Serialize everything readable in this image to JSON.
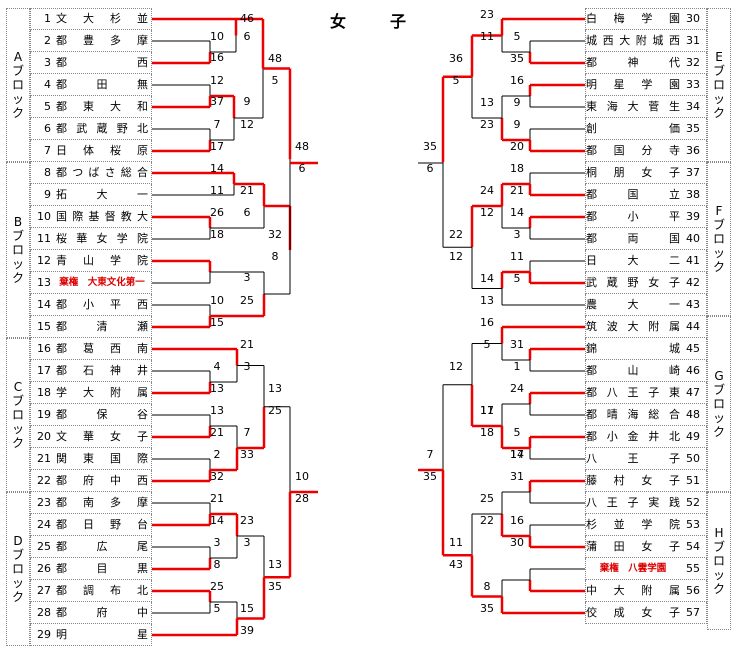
{
  "title": "女　子",
  "left_teams": [
    {
      "no": "1",
      "name": "文大杉並"
    },
    {
      "no": "2",
      "name": "都豊多摩"
    },
    {
      "no": "3",
      "name": "都　　西"
    },
    {
      "no": "4",
      "name": "都田無"
    },
    {
      "no": "5",
      "name": "都東大和"
    },
    {
      "no": "6",
      "name": "都武蔵野北"
    },
    {
      "no": "7",
      "name": "日体桜原"
    },
    {
      "no": "8",
      "name": "都つばさ総合"
    },
    {
      "no": "9",
      "name": "拓　大　一"
    },
    {
      "no": "10",
      "name": "国際基督教大"
    },
    {
      "no": "11",
      "name": "桜華女学院"
    },
    {
      "no": "12",
      "name": "青山学院"
    },
    {
      "no": "13",
      "name": "棄権　大東文化第一",
      "forfeit": true
    },
    {
      "no": "14",
      "name": "都小平西"
    },
    {
      "no": "15",
      "name": "都清瀬"
    },
    {
      "no": "16",
      "name": "都葛西南"
    },
    {
      "no": "17",
      "name": "都石神井"
    },
    {
      "no": "18",
      "name": "学大附属"
    },
    {
      "no": "19",
      "name": "都保谷"
    },
    {
      "no": "20",
      "name": "文華女子"
    },
    {
      "no": "21",
      "name": "関東国際"
    },
    {
      "no": "22",
      "name": "都府中西"
    },
    {
      "no": "23",
      "name": "都南多摩"
    },
    {
      "no": "24",
      "name": "都日野台"
    },
    {
      "no": "25",
      "name": "都広尾"
    },
    {
      "no": "26",
      "name": "都目黒"
    },
    {
      "no": "27",
      "name": "都調布北"
    },
    {
      "no": "28",
      "name": "都府中"
    },
    {
      "no": "29",
      "name": "明　　星"
    }
  ],
  "right_teams": [
    {
      "no": "30",
      "name": "白梅学園"
    },
    {
      "no": "31",
      "name": "城西大附城西"
    },
    {
      "no": "32",
      "name": "都神代"
    },
    {
      "no": "33",
      "name": "明星学園"
    },
    {
      "no": "34",
      "name": "東海大菅生"
    },
    {
      "no": "35",
      "name": "創価"
    },
    {
      "no": "36",
      "name": "都国分寺"
    },
    {
      "no": "37",
      "name": "桐朋女子"
    },
    {
      "no": "38",
      "name": "都国立"
    },
    {
      "no": "39",
      "name": "都小平"
    },
    {
      "no": "40",
      "name": "都両国"
    },
    {
      "no": "41",
      "name": "日大二"
    },
    {
      "no": "42",
      "name": "武蔵野女子"
    },
    {
      "no": "43",
      "name": "農大一"
    },
    {
      "no": "44",
      "name": "筑波大附属"
    },
    {
      "no": "45",
      "name": "錦城"
    },
    {
      "no": "46",
      "name": "都山崎"
    },
    {
      "no": "47",
      "name": "都八王子東"
    },
    {
      "no": "48",
      "name": "都晴海総合"
    },
    {
      "no": "49",
      "name": "都小金井北"
    },
    {
      "no": "50",
      "name": "八王子"
    },
    {
      "no": "51",
      "name": "藤村女子"
    },
    {
      "no": "52",
      "name": "八王子実践"
    },
    {
      "no": "53",
      "name": "杉並学院"
    },
    {
      "no": "54",
      "name": "蒲田女子"
    },
    {
      "no": "55",
      "name": "棄権　八雲学園",
      "forfeit": true
    },
    {
      "no": "56",
      "name": "中大附属"
    },
    {
      "no": "57",
      "name": "佼成女子"
    }
  ],
  "blocks_left": [
    {
      "letter": "A",
      "label": "ブロック"
    },
    {
      "letter": "B",
      "label": "ブロック"
    },
    {
      "letter": "C",
      "label": "ブロック"
    },
    {
      "letter": "D",
      "label": "ブロック"
    }
  ],
  "blocks_right": [
    {
      "letter": "E",
      "label": "ブロック"
    },
    {
      "letter": "F",
      "label": "ブロック"
    },
    {
      "letter": "G",
      "label": "ブロック"
    },
    {
      "letter": "H",
      "label": "ブロック"
    }
  ],
  "scores": [
    "46",
    "6",
    "10",
    "16",
    "12",
    "37",
    "9",
    "7",
    "17",
    "12",
    "48",
    "5",
    "48",
    "6",
    "14",
    "11",
    "21",
    "26",
    "18",
    "6",
    "3",
    "10",
    "15",
    "25",
    "32",
    "8",
    "21",
    "3",
    "4",
    "13",
    "13",
    "21",
    "7",
    "2",
    "33",
    "32",
    "13",
    "25",
    "10",
    "28",
    "21",
    "14",
    "23",
    "3",
    "3",
    "8",
    "25",
    "5",
    "15",
    "39",
    "13",
    "35",
    "23",
    "11",
    "5",
    "35",
    "36",
    "5",
    "16",
    "9",
    "13",
    "9",
    "23",
    "20",
    "35",
    "6",
    "18",
    "21",
    "24",
    "12",
    "14",
    "3",
    "11",
    "22",
    "12",
    "14",
    "5",
    "13",
    "16",
    "31",
    "5",
    "1",
    "12",
    "24",
    "17",
    "5",
    "11",
    "17",
    "18",
    "14",
    "7",
    "35",
    "31",
    "25",
    "22",
    "16",
    "30",
    "11",
    "43",
    "8",
    "35"
  ]
}
